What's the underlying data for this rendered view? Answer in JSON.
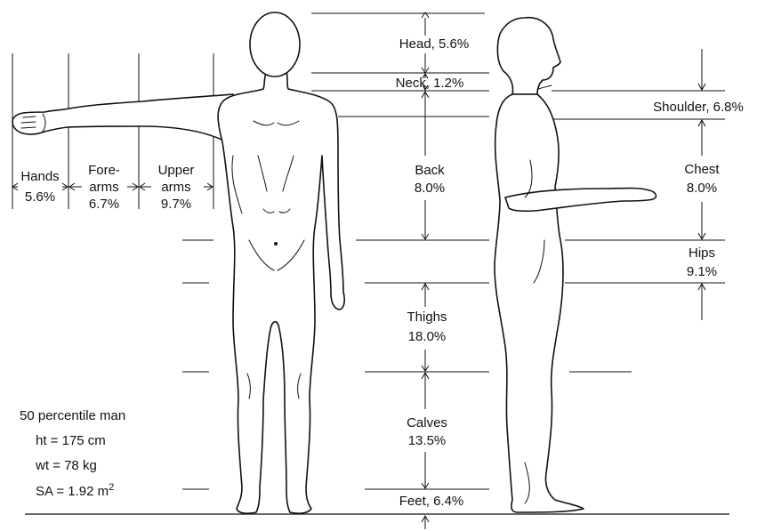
{
  "segments": {
    "head": "Head, 5.6%",
    "neck": "Neck, 1.2%",
    "back_name": "Back",
    "back_pct": "8.0%",
    "thighs_name": "Thighs",
    "thighs_pct": "18.0%",
    "calves_name": "Calves",
    "calves_pct": "13.5%",
    "feet": "Feet, 6.4%",
    "shoulder": "Shoulder, 6.8%",
    "chest_name": "Chest",
    "chest_pct": "8.0%",
    "hips_name": "Hips",
    "hips_pct": "9.1%",
    "hands_name": "Hands",
    "hands_pct": "5.6%",
    "forearms_name_1": "Fore-",
    "forearms_name_2": "arms",
    "forearms_pct": "6.7%",
    "upperarms_name_1": "Upper",
    "upperarms_name_2": "arms",
    "upperarms_pct": "9.7%"
  },
  "subject": {
    "title": "50 percentile man",
    "height": "ht = 175 cm",
    "weight": "wt = 78 kg",
    "surface_area_prefix": "SA = 1.92 m",
    "surface_area_exp": "2"
  },
  "colors": {
    "ink": "#111111",
    "background": "#ffffff"
  }
}
